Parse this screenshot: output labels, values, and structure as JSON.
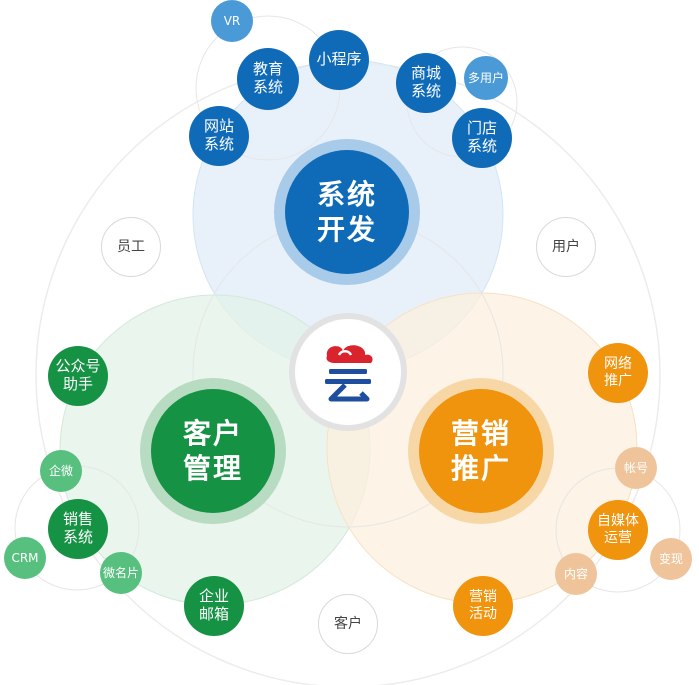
{
  "hubs": {
    "dev": [
      "系统",
      "开发"
    ],
    "crm": [
      "客户",
      "管理"
    ],
    "marketing": [
      "营销",
      "推广"
    ]
  },
  "dev_nodes": {
    "vr": "VR",
    "miniprogram": "小程序",
    "education": [
      "教育",
      "系统"
    ],
    "website": [
      "网站",
      "系统"
    ],
    "mall": [
      "商城",
      "系统"
    ],
    "multiuser": "多用户",
    "store": [
      "门店",
      "系统"
    ]
  },
  "crm_nodes": {
    "official_account": [
      "公众号",
      "助手"
    ],
    "wecom": "企微",
    "sales": [
      "销售",
      "系统"
    ],
    "crm": "CRM",
    "micro_card": "微名片",
    "email": [
      "企业",
      "邮箱"
    ]
  },
  "marketing_nodes": {
    "online_promo": [
      "网络",
      "推广"
    ],
    "account": "帐号",
    "self_media": [
      "自媒体",
      "运营"
    ],
    "monetize": "变现",
    "content": "内容",
    "events": [
      "营销",
      "活动"
    ]
  },
  "outer_nodes": {
    "staff": "员工",
    "users": "用户",
    "customers": "客户"
  },
  "colors": {
    "blue": "#0f6bb8",
    "light_blue": "#4b9ad8",
    "green": "#169244",
    "light_green": "#57c07f",
    "orange": "#f0930d",
    "light_orange": "#f0c49a",
    "grey_border": "#d9d9d9"
  },
  "logo_icon": "cloud-yun-logo"
}
